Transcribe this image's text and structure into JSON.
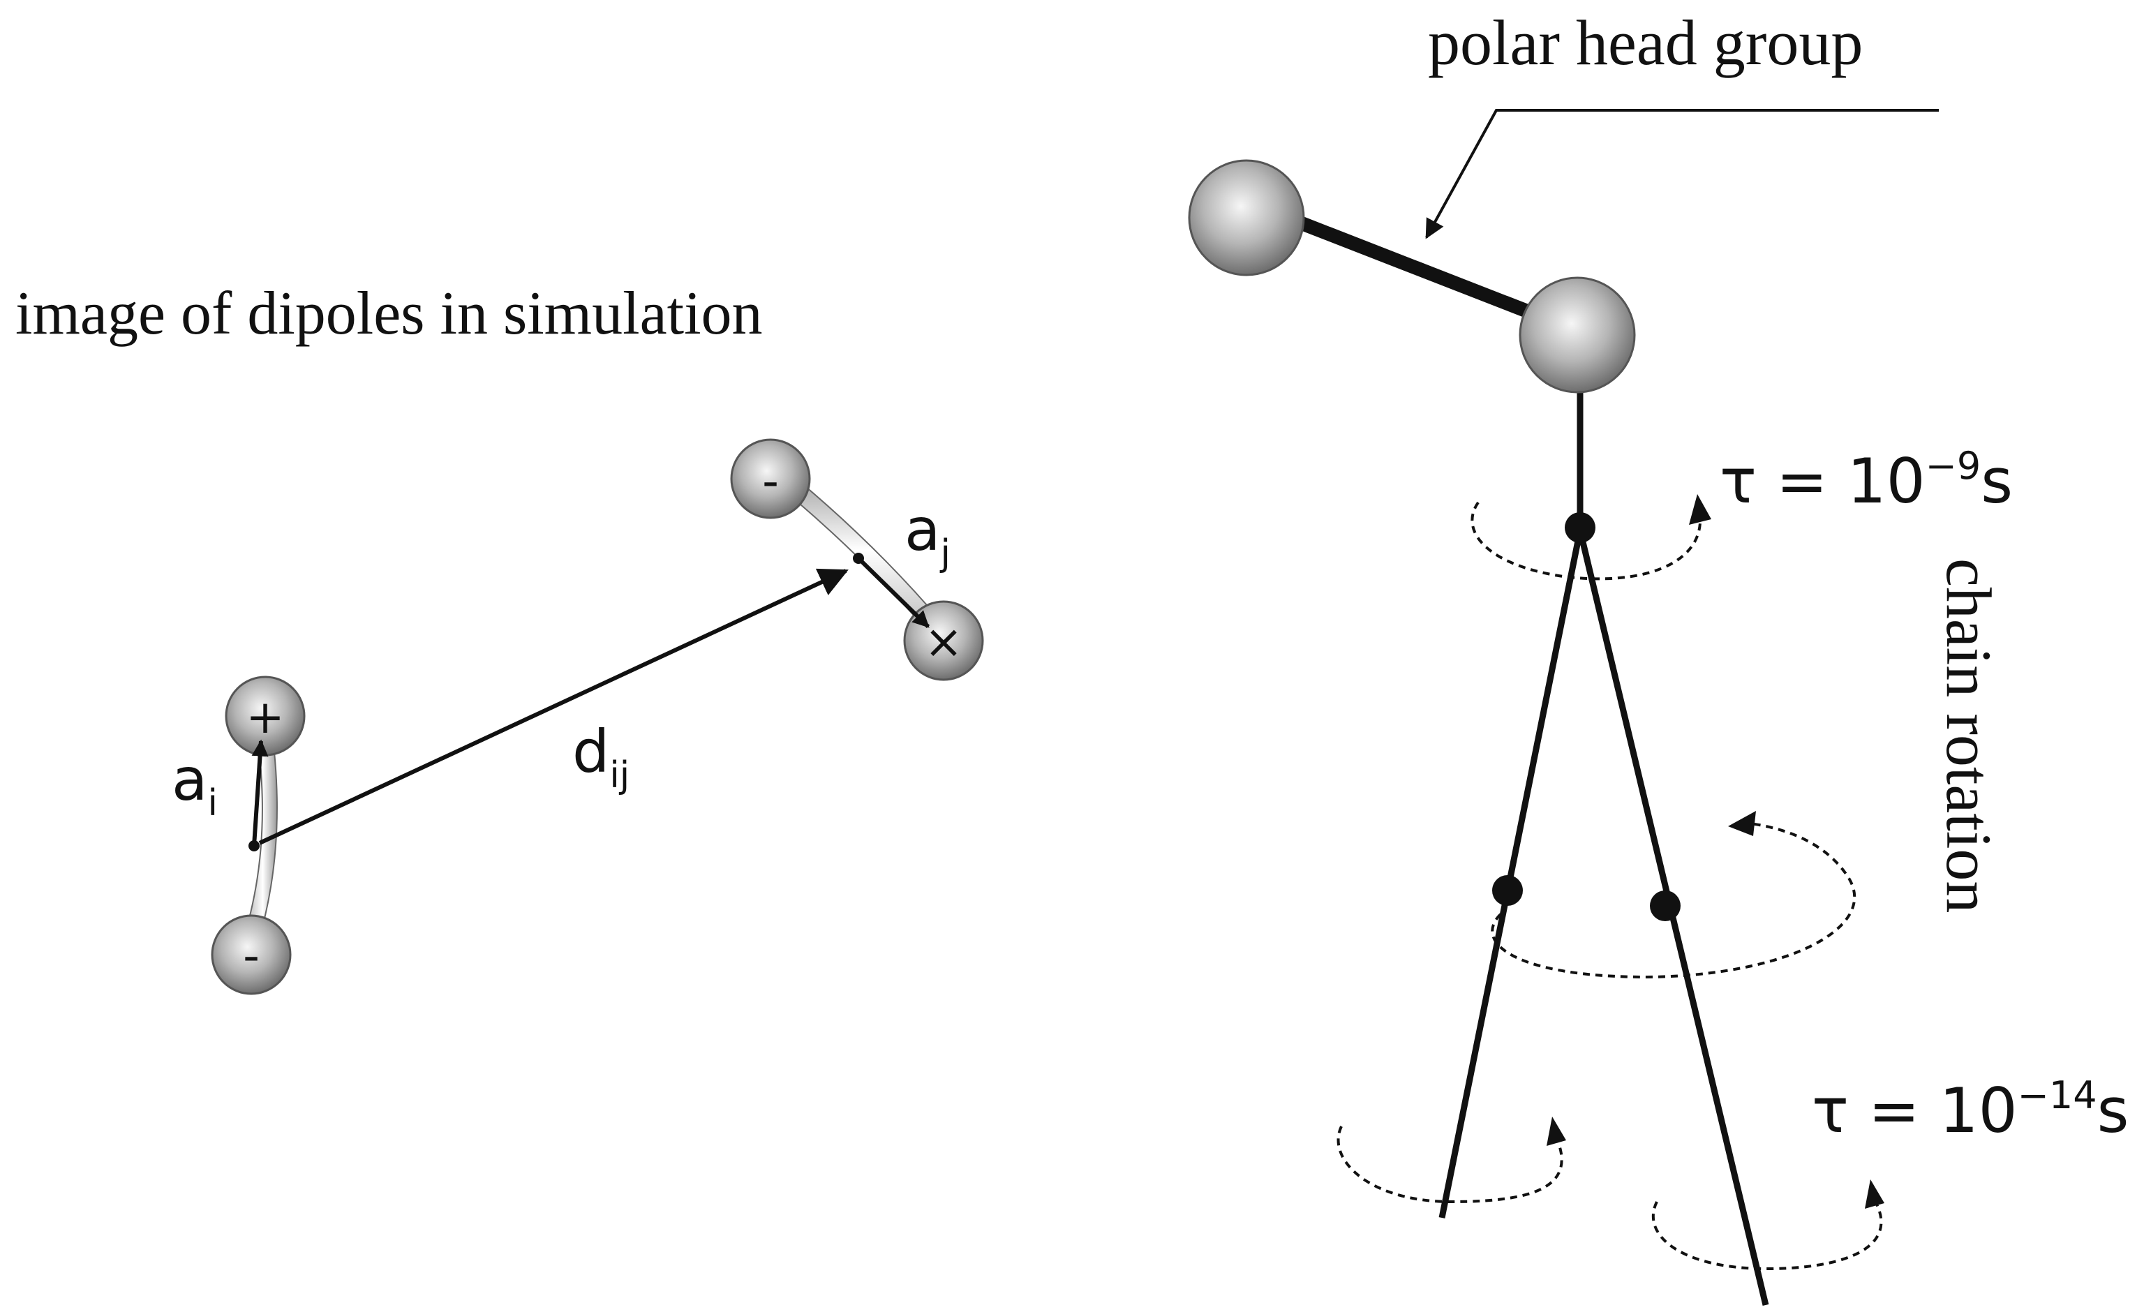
{
  "left_panel": {
    "title": "image of dipoles in simulation",
    "dipole_i": {
      "top_charge": "+",
      "bottom_charge": "-",
      "label_base": "a",
      "label_sub": "i"
    },
    "dipole_j": {
      "top_charge": "-",
      "bottom_charge": "×",
      "label_base": "a",
      "label_sub": "j"
    },
    "distance": {
      "label_base": "d",
      "label_sub": "ij"
    }
  },
  "right_panel": {
    "head_label": "polar head group",
    "tau_head": {
      "prefix": "τ = 10",
      "exponent": "−9",
      "unit": "s"
    },
    "tau_chain": {
      "prefix": "τ = 10",
      "exponent": "−14",
      "unit": "s"
    },
    "rotation_label": "chain rotation"
  },
  "colors": {
    "ink": "#111111",
    "sphere_light": "#f6f6f6",
    "sphere_dark": "#6e6e6e"
  }
}
